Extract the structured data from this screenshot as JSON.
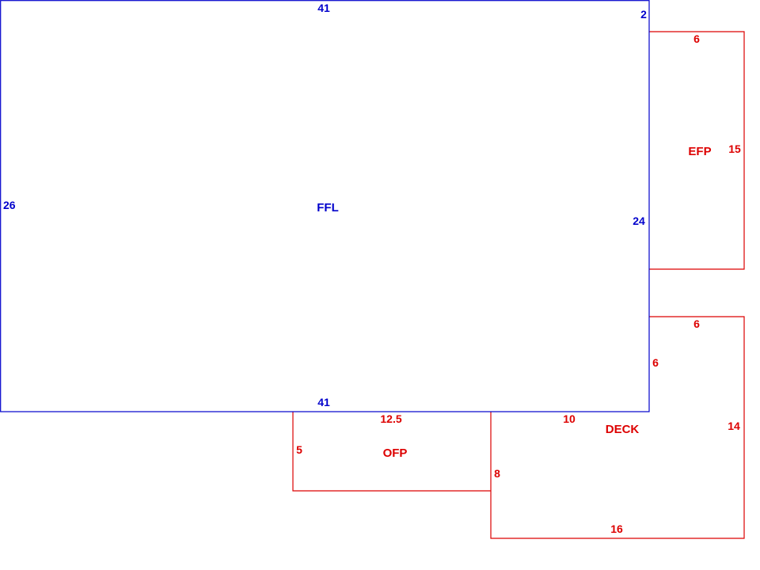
{
  "sketch": {
    "colors": {
      "living": "#0000cc",
      "addition": "#dd0000",
      "background": "#ffffff"
    },
    "areas": {
      "ffl": {
        "label": "FFL",
        "dims": {
          "top": "41",
          "bottom": "41",
          "left": "26",
          "right": "24",
          "jog": "2"
        }
      },
      "efp": {
        "label": "EFP",
        "dims": {
          "top": "6",
          "right": "15"
        }
      },
      "deck": {
        "label": "DECK",
        "dims": {
          "top": "6",
          "left_upper": "6",
          "left_lower": "8",
          "right": "14",
          "bottom": "16",
          "top_left": "10"
        }
      },
      "ofp": {
        "label": "OFP",
        "dims": {
          "top": "12.5",
          "left": "5"
        }
      }
    }
  }
}
